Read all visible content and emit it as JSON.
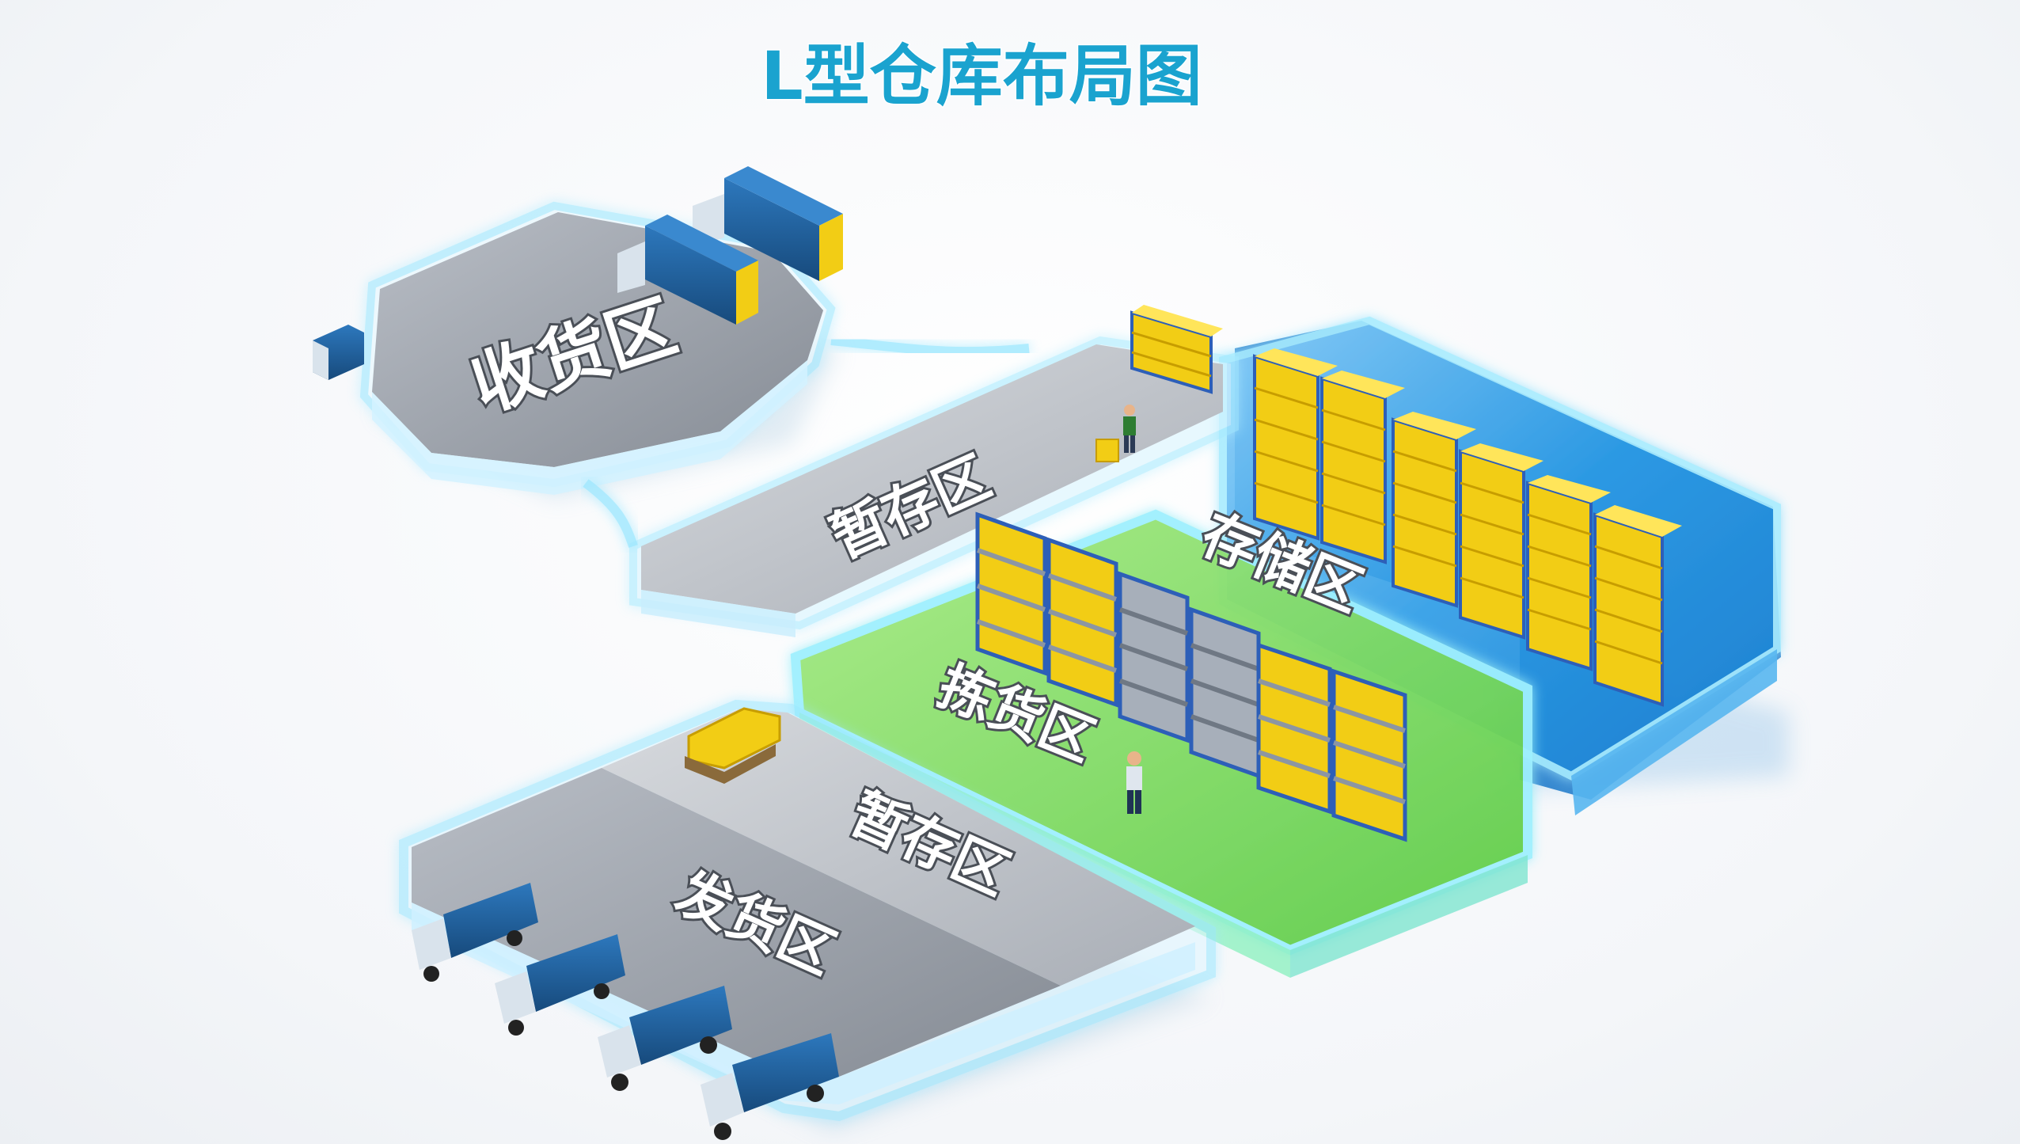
{
  "title": "L型仓库布局图",
  "zones": {
    "receiving": "收货区",
    "staging_upper": "暂存区",
    "storage": "存储区",
    "picking": "拣货区",
    "staging_lower": "暂存区",
    "shipping": "发货区"
  },
  "colors": {
    "title": "#1aa3cf",
    "gray_slab": "#8d939c",
    "storage_blue": "#2b97e0",
    "picking_green": "#6fd35a",
    "edge_glow": "#7fe3ff",
    "truck_blue": "#1f5f9a",
    "box_yellow": "#f5d21a",
    "rack_blue": "#2d5fb8"
  },
  "icons": [
    "truck-icon",
    "rack-icon",
    "worker-icon",
    "pallet-icon",
    "forklift-icon"
  ]
}
